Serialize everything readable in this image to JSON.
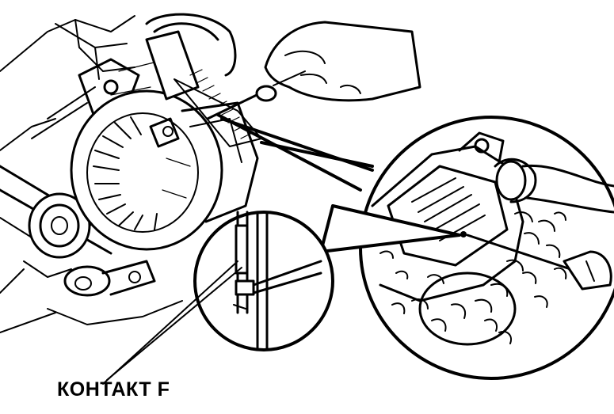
{
  "diagram": {
    "callout_label": "КОНТАКТ F",
    "colors": {
      "ink": "#000000",
      "paper": "#ffffff"
    },
    "icons": {
      "main_view": "alternator-engine-drawing",
      "detail_view": "alternator-rear-cover-zoom",
      "contact_view": "terminal-f-zoom",
      "tool": "screwdriver-probe"
    }
  }
}
